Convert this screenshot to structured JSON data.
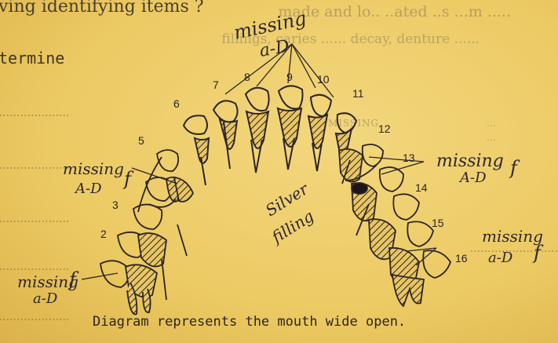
{
  "header": {
    "question_fragment": "ving identifying items ?",
    "determine_fragment": "termine"
  },
  "background_text": {
    "right_line_1": "made and lo.. ..ated ..s ...m .....",
    "right_line_2": "fillings, caries ...... decay, denture ......",
    "mid_label": "MISSING",
    "right_small_1": "...",
    "right_small_2": "..."
  },
  "caption": "Diagram represents the mouth wide open.",
  "tooth_numbers": [
    "2",
    "3",
    "5",
    "6",
    "7",
    "8",
    "9",
    "10",
    "11",
    "12",
    "13",
    "14",
    "15",
    "16"
  ],
  "annotations": {
    "top_missing": "missing",
    "top_range": "a-D",
    "left_upper_missing": "missing",
    "left_upper_range": "A-D",
    "left_upper_mark": "f",
    "left_lower_missing": "missing",
    "left_lower_range": "a-D",
    "left_lower_mark": "f",
    "right_upper_missing": "missing",
    "right_upper_range": "A-D",
    "right_upper_mark": "f",
    "right_lower_missing": "missing",
    "right_lower_range": "a-D",
    "right_lower_mark": "f",
    "filling_line1": "Silver",
    "filling_line2": "filling"
  }
}
